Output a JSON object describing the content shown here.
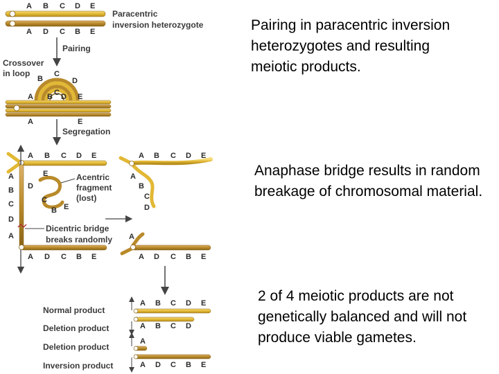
{
  "captions": {
    "pairing": "Pairing in paracentric inversion heterozygotes and resulting meiotic products.",
    "bridge": "Anaphase bridge results in random breakage of chromosomal material.",
    "products": "2 of 4 meiotic products are not genetically balanced and will not produce viable gametes."
  },
  "figure": {
    "title_line1": "Paracentric",
    "title_line2": "inversion heterozygote",
    "step_pairing": "Pairing",
    "step_crossover_line1": "Crossover",
    "step_crossover_line2": "in loop",
    "step_segregation": "Segregation",
    "acentric_line1": "Acentric",
    "acentric_line2": "fragment",
    "acentric_line3": "(lost)",
    "dicentric_line1": "Dicentric bridge",
    "dicentric_line2": "breaks randomly",
    "product_normal": "Normal product",
    "product_deletion1": "Deletion product",
    "product_deletion2": "Deletion product",
    "product_inversion": "Inversion product",
    "genes": {
      "normal_order": [
        "A",
        "B",
        "C",
        "D",
        "E"
      ],
      "inverted_order": [
        "A",
        "D",
        "C",
        "B",
        "E"
      ],
      "deletion_order": [
        "A",
        "B",
        "C",
        "D"
      ],
      "short_deletion": [
        "A"
      ]
    }
  },
  "colors": {
    "chromosome_light": "#e8c23a",
    "chromosome_dark": "#b98a2a",
    "chromosome_outline": "#8a6418",
    "break_mark": "#b03030",
    "arrow": "#444444"
  }
}
